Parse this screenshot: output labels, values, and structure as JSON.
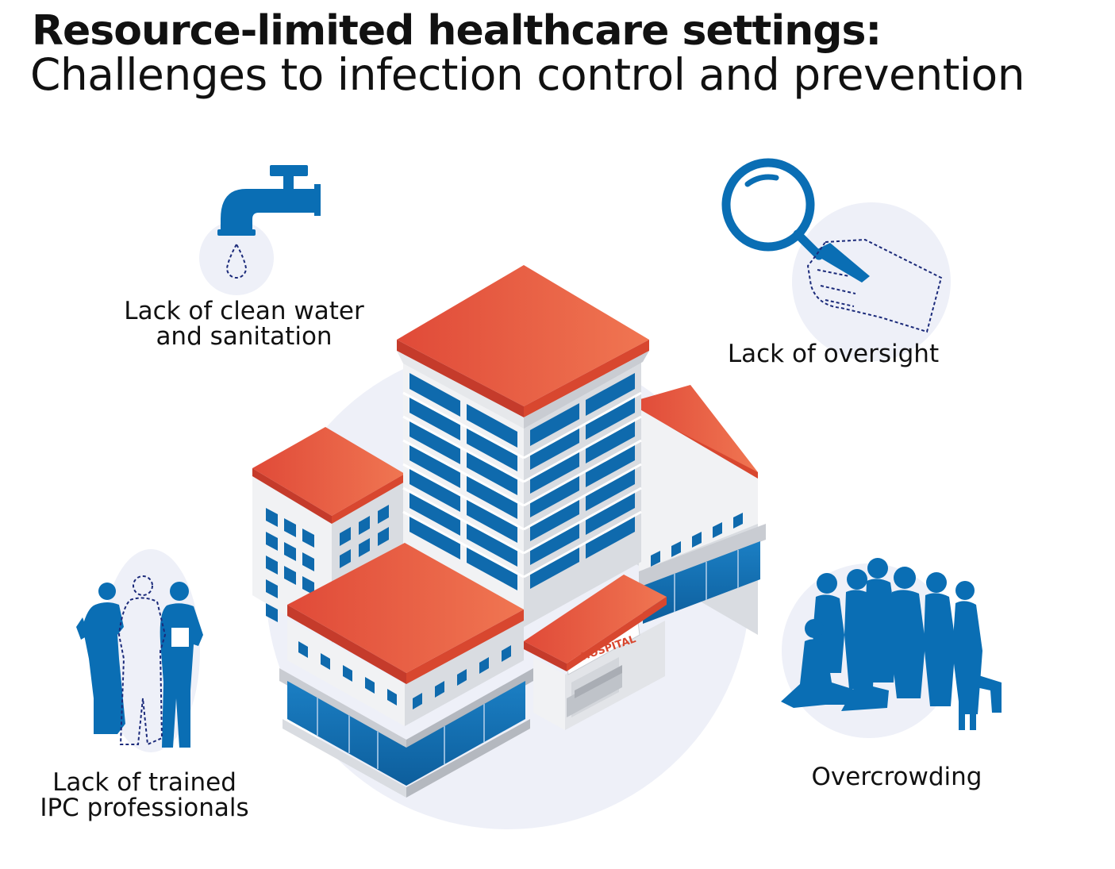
{
  "header": {
    "title": "Resource-limited healthcare settings:",
    "subtitle": "Challenges to infection control and prevention"
  },
  "challenges": [
    {
      "line1": "Lack of clean water",
      "line2": "and sanitation",
      "icon": "water-tap-icon"
    },
    {
      "line1": "Lack of oversight",
      "icon": "magnifying-glass-icon"
    },
    {
      "line1": "Lack of trained",
      "line2": "IPC professionals",
      "icon": "healthcare-workers-icon"
    },
    {
      "line1": "Overcrowding",
      "icon": "crowd-icon"
    }
  ],
  "building": {
    "sign": "HOSPITAL",
    "icon": "hospital-building-icon"
  },
  "colors": {
    "accent_blue": "#0a6eb4",
    "roof_red": "#e8553f",
    "circle_bg": "#eef0f8",
    "text": "#111111"
  }
}
